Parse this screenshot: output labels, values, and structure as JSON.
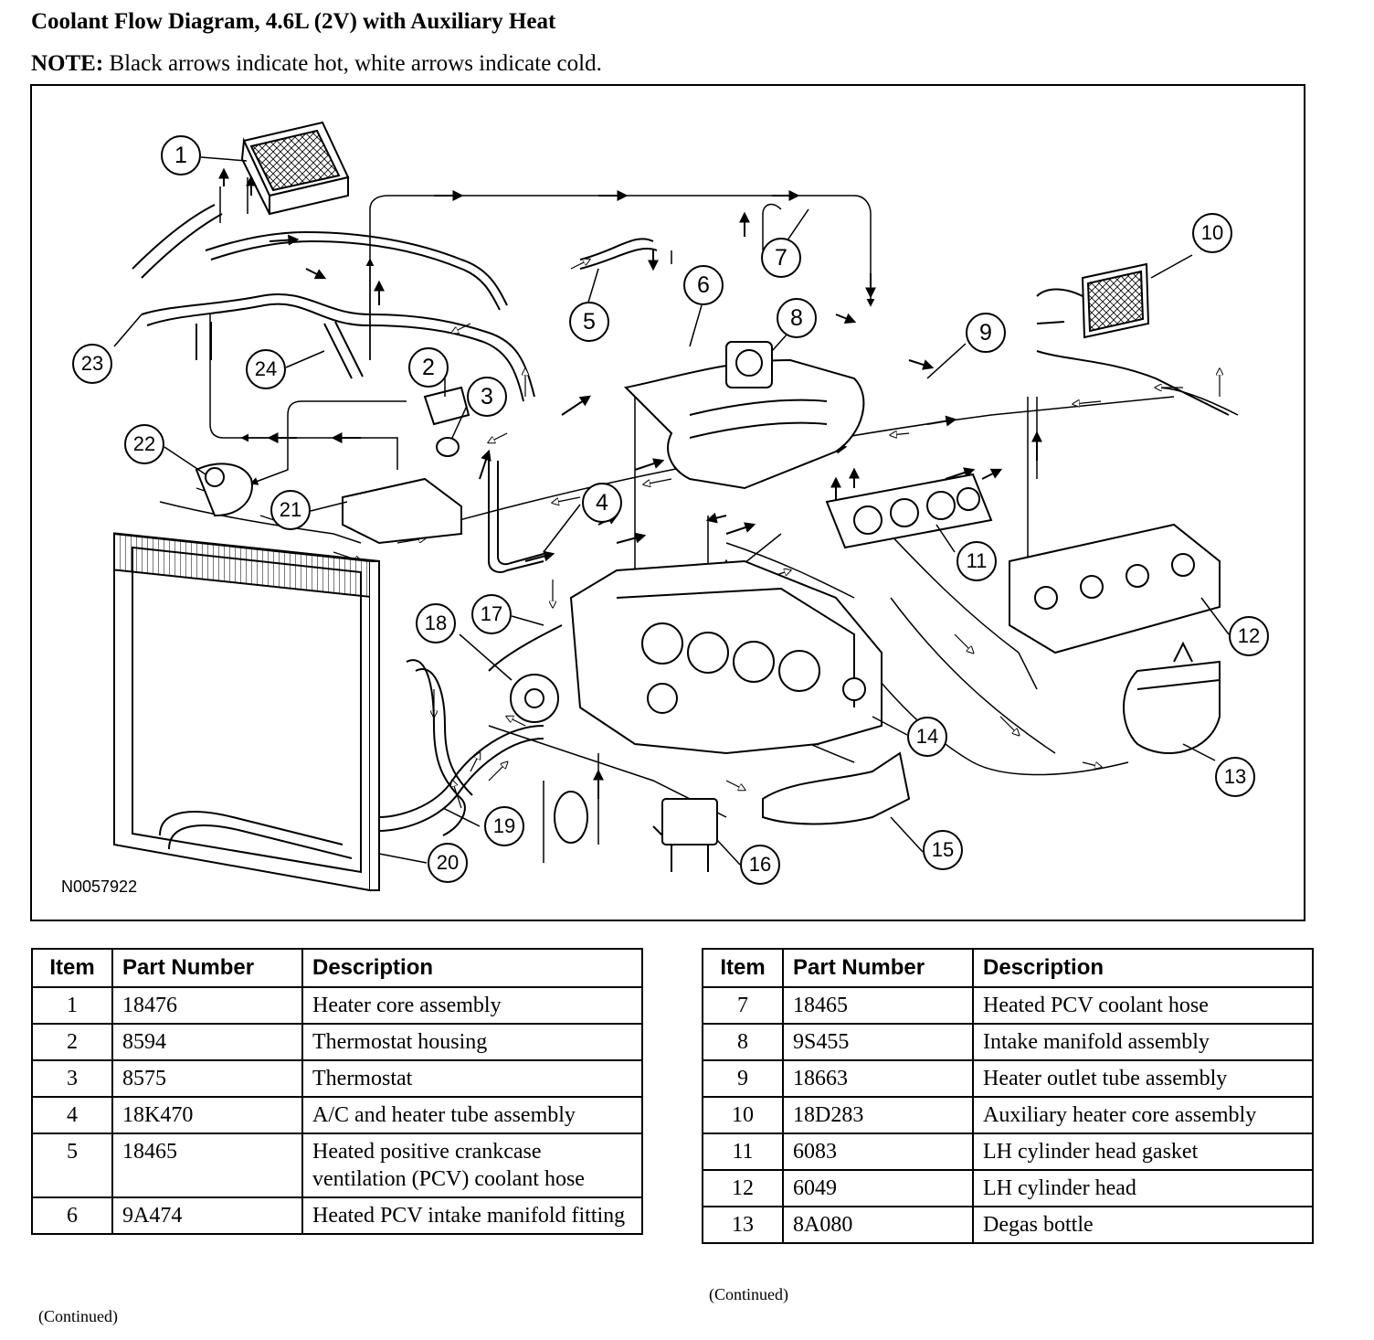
{
  "title": "Coolant Flow Diagram, 4.6L (2V) with Auxiliary Heat",
  "note": {
    "label": "NOTE:",
    "text": "Black arrows indicate hot, white arrows indicate cold."
  },
  "figure": {
    "id": "N0057922",
    "callouts": [
      "1",
      "2",
      "3",
      "4",
      "5",
      "6",
      "7",
      "8",
      "9",
      "10",
      "11",
      "12",
      "13",
      "14",
      "15",
      "16",
      "17",
      "18",
      "19",
      "20",
      "21",
      "22",
      "23",
      "24"
    ]
  },
  "table_headers": {
    "item": "Item",
    "part_number": "Part Number",
    "description": "Description"
  },
  "table_left": [
    {
      "item": "1",
      "part": "18476",
      "desc": "Heater core assembly"
    },
    {
      "item": "2",
      "part": "8594",
      "desc": "Thermostat housing"
    },
    {
      "item": "3",
      "part": "8575",
      "desc": "Thermostat"
    },
    {
      "item": "4",
      "part": "18K470",
      "desc": "A/C and heater tube assembly"
    },
    {
      "item": "5",
      "part": "18465",
      "desc": "Heated positive crankcase ventilation (PCV) coolant hose"
    },
    {
      "item": "6",
      "part": "9A474",
      "desc": "Heated PCV intake manifold fitting"
    }
  ],
  "table_right": [
    {
      "item": "7",
      "part": "18465",
      "desc": "Heated PCV coolant hose"
    },
    {
      "item": "8",
      "part": "9S455",
      "desc": "Intake manifold assembly"
    },
    {
      "item": "9",
      "part": "18663",
      "desc": "Heater outlet tube assembly"
    },
    {
      "item": "10",
      "part": "18D283",
      "desc": "Auxiliary heater core assembly"
    },
    {
      "item": "11",
      "part": "6083",
      "desc": "LH cylinder head gasket"
    },
    {
      "item": "12",
      "part": "6049",
      "desc": "LH cylinder head"
    },
    {
      "item": "13",
      "part": "8A080",
      "desc": "Degas bottle"
    }
  ],
  "continued_label": "(Continued)"
}
